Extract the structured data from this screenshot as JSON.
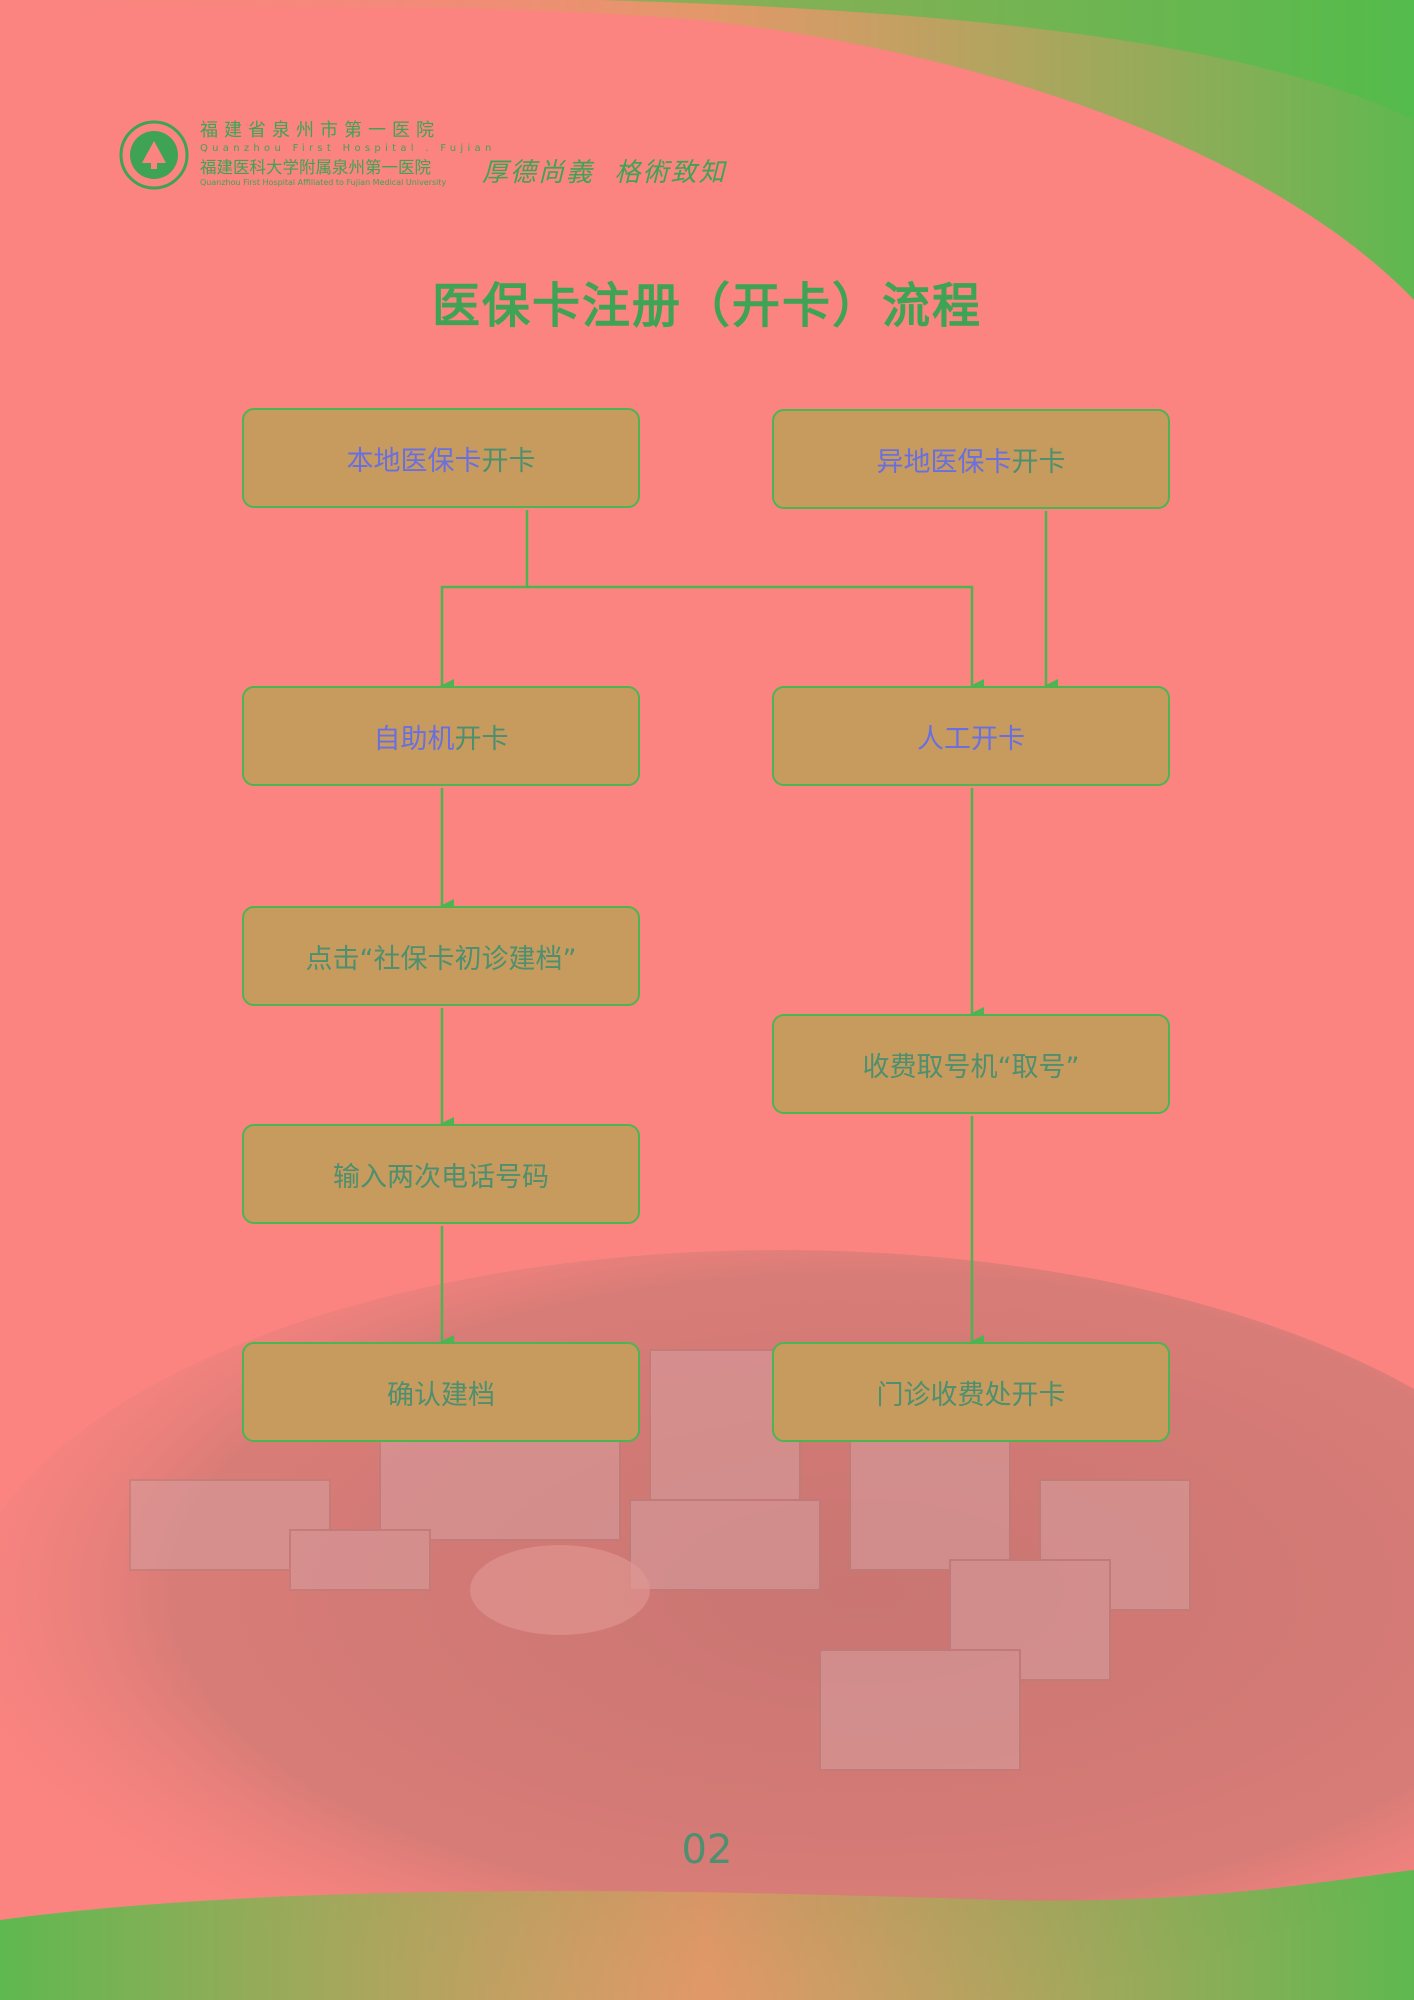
{
  "header": {
    "hospital_name_cn": "福建省泉州市第一医院",
    "hospital_name_en": "Quanzhou First Hospital . Fujian",
    "affiliate_cn": "福建医科大学附属泉州第一医院",
    "affiliate_en": "Quanzhou First Hospital Affiliated to Fujian Medical University",
    "motto": "厚德尚義  格術致知",
    "logo_icon": "hospital-seal-icon"
  },
  "title": "医保卡注册（开卡）流程",
  "nodes": {
    "local": {
      "label_em": "本地医保卡",
      "label_rest": "开卡"
    },
    "remote": {
      "label_em": "异地医保卡",
      "label_rest": "开卡"
    },
    "self_service": {
      "label_em": "自助机",
      "label_rest": "开卡"
    },
    "manual": {
      "label_em": "人工开卡",
      "label_rest": ""
    },
    "click": {
      "label": "点击“社保卡初诊建档”"
    },
    "phone": {
      "label": "输入两次电话号码"
    },
    "confirm": {
      "label": "确认建档"
    },
    "ticket": {
      "label": "收费取号机“取号”"
    },
    "counter": {
      "label": "门诊收费处开卡"
    }
  },
  "edges": [
    [
      "local",
      "self_service"
    ],
    [
      "local",
      "manual"
    ],
    [
      "remote",
      "manual"
    ],
    [
      "self_service",
      "click"
    ],
    [
      "click",
      "phone"
    ],
    [
      "phone",
      "confirm"
    ],
    [
      "manual",
      "ticket"
    ],
    [
      "ticket",
      "counter"
    ]
  ],
  "colors": {
    "background": "#fb8480",
    "accent_green": "#3fa356",
    "box_fill": "#c79b5e",
    "box_border": "#4cb552",
    "emphasis_text": "#6a6fe0"
  },
  "page_number": "02"
}
